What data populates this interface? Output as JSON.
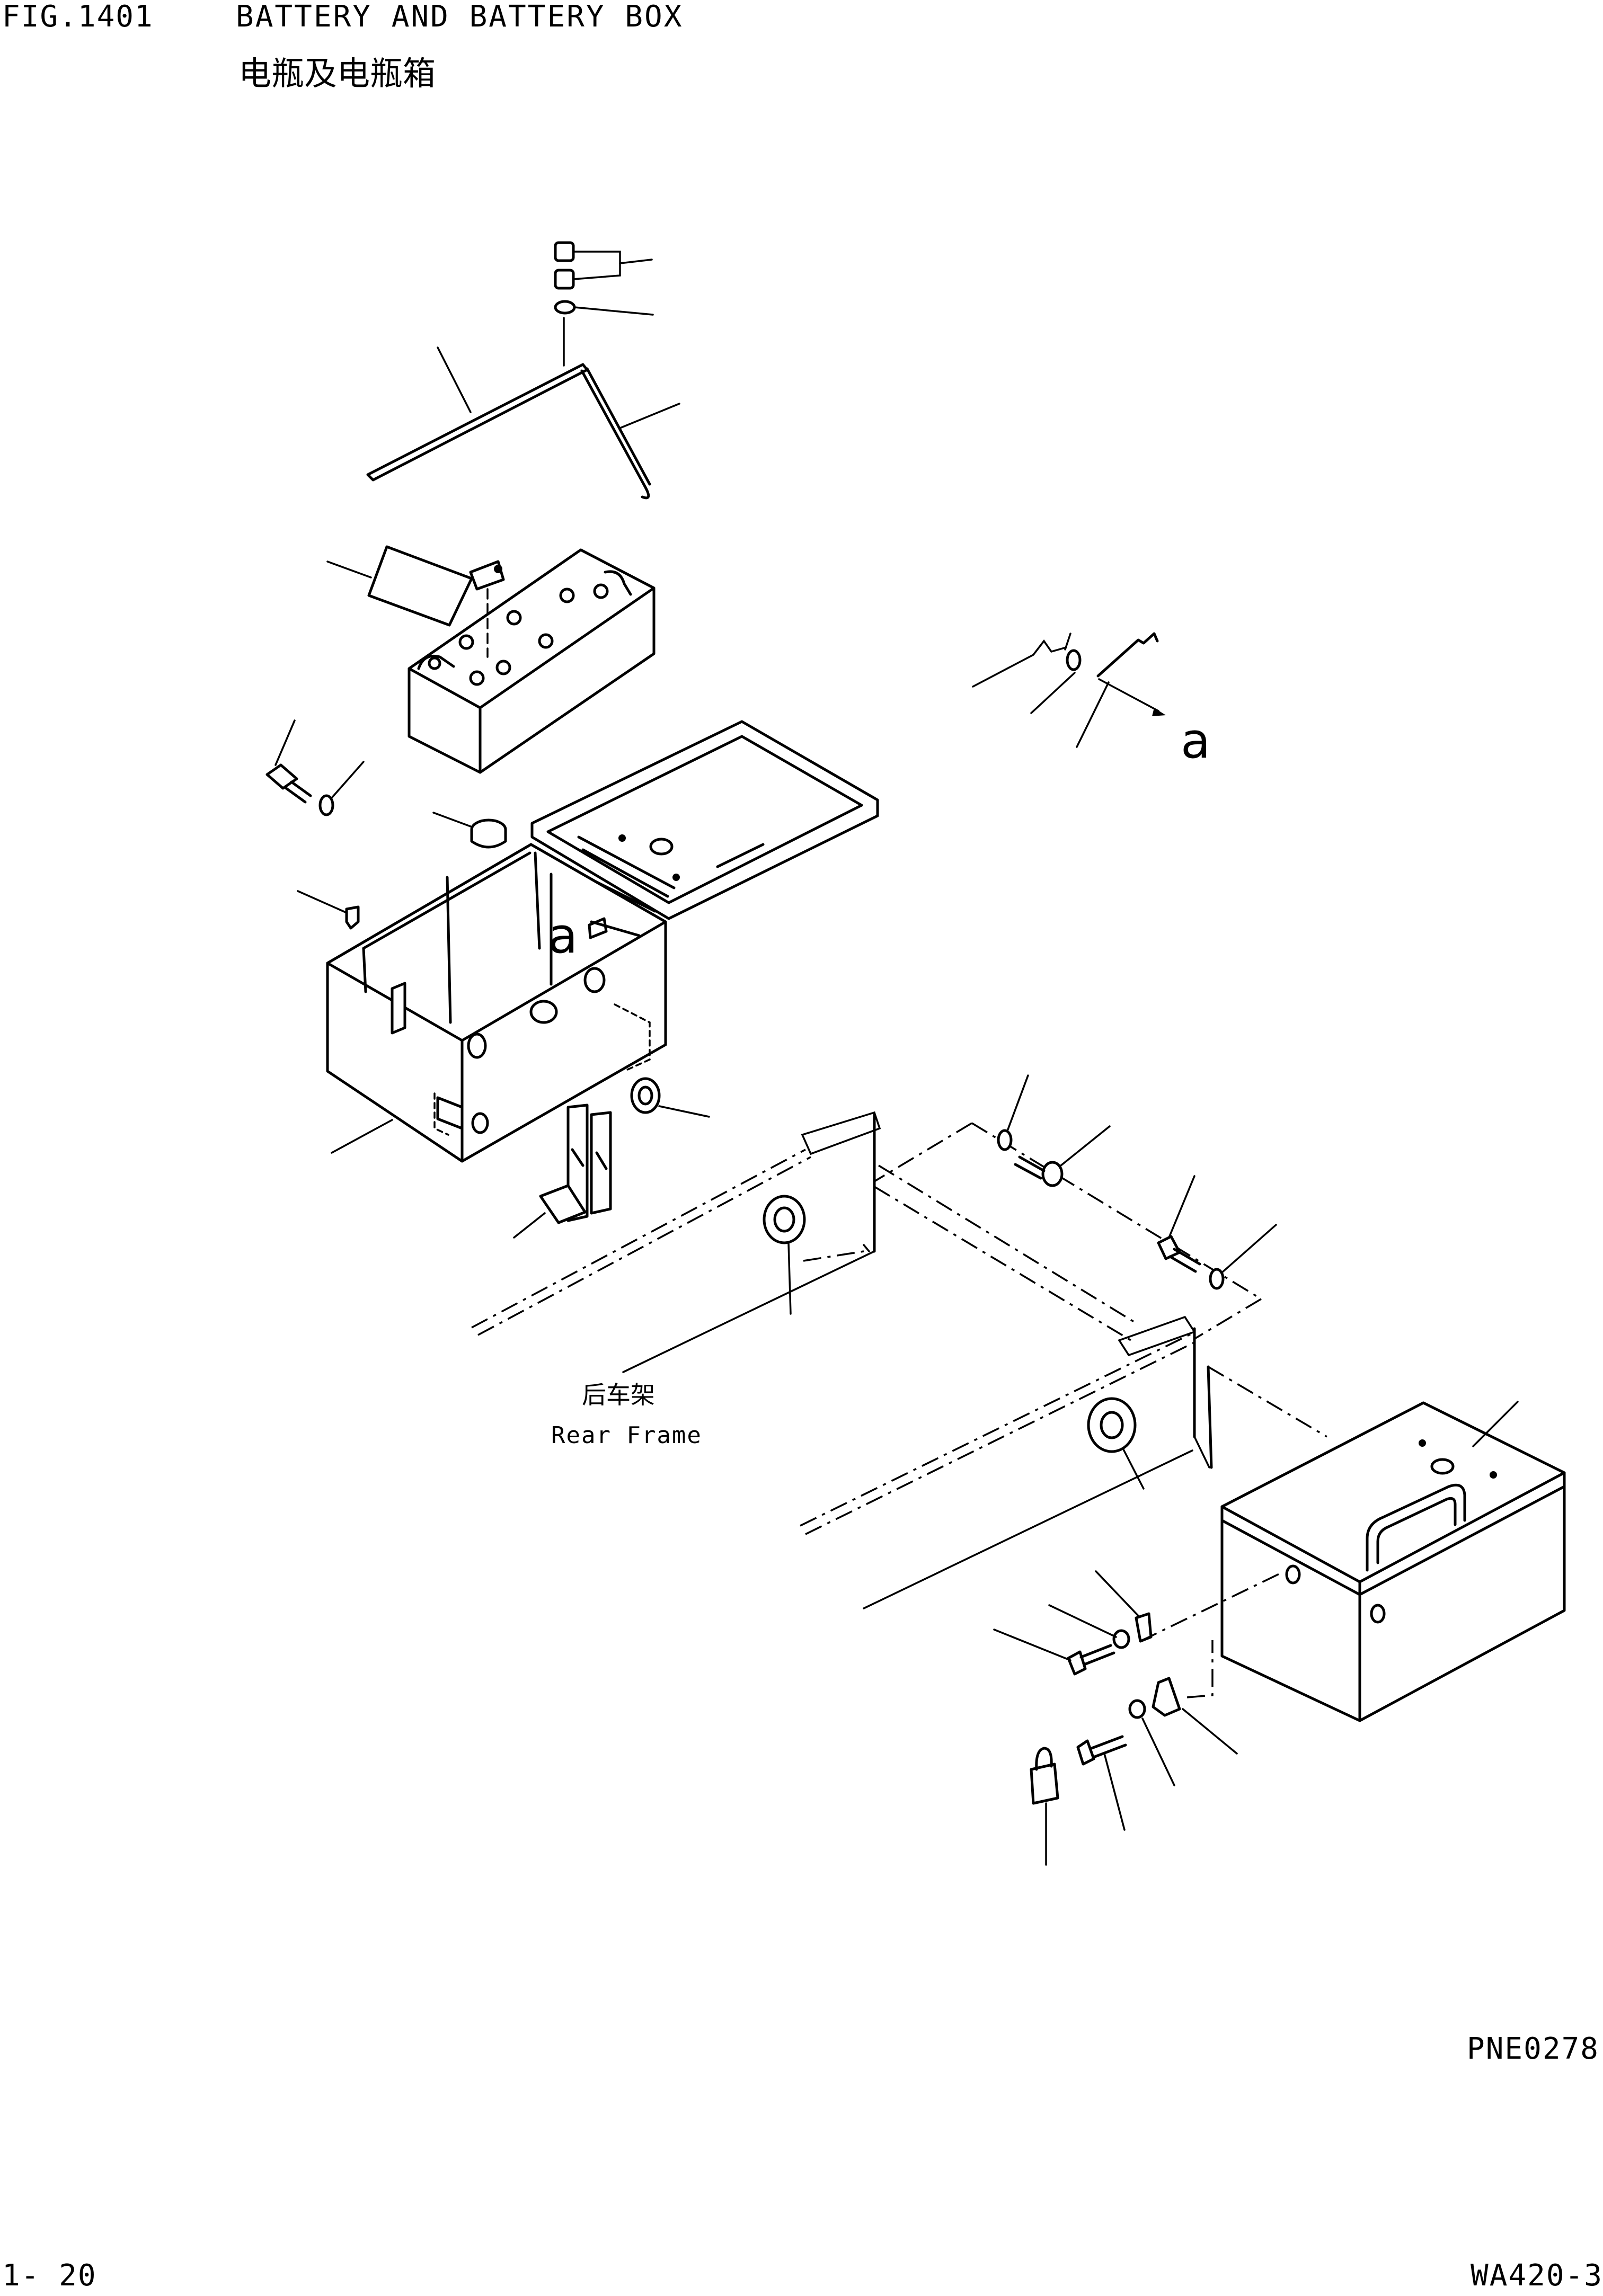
{
  "header": {
    "fig_number": "FIG.1401",
    "title": "BATTERY AND BATTERY BOX",
    "title_cn": "电瓶及电瓶箱"
  },
  "labels": {
    "rear_frame_cn": "后车架",
    "rear_frame_en": "Rear Frame",
    "callout_a": "a"
  },
  "footer": {
    "drawing_code": "PNE0278",
    "page_number": "1- 20",
    "model_code": "WA420-3"
  }
}
